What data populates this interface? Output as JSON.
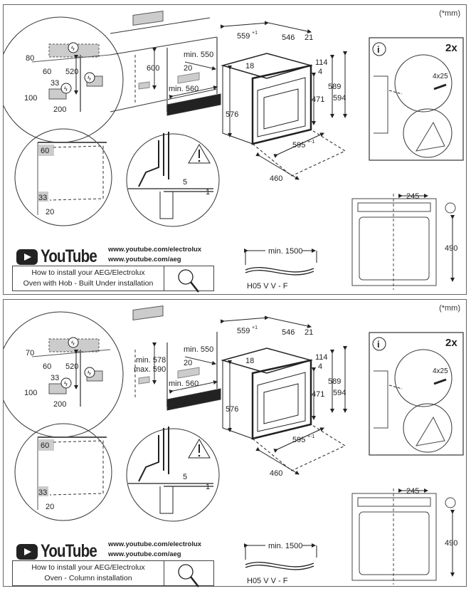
{
  "document": {
    "units_note": "(*mm)",
    "panels": [
      {
        "id": "built-under",
        "units_note": "(*mm)",
        "cabinet_dims": {
          "hob_clear": "80",
          "gap_60": "60",
          "h520": "520",
          "d33": "33",
          "h100": "100",
          "w200": "200",
          "h600": "600",
          "min550": "min. 550",
          "g20": "20",
          "min560": "min. 560"
        },
        "oven_dims": {
          "w559": "559",
          "w559_tol": "+1",
          "w546": "546",
          "w21": "21",
          "h18": "18",
          "h114": "114",
          "h4": "4",
          "h589": "589",
          "h594": "594",
          "h471": "471",
          "h576": "576",
          "w595": "595",
          "w595_tol": "+-1",
          "d460": "460"
        },
        "screw_box": {
          "info": "i",
          "qty": "2x",
          "screw": "4x25"
        },
        "side_view": {
          "d60": "60",
          "d33": "33",
          "d20": "20"
        },
        "warning_detail": {
          "g5": "5",
          "g1": "1"
        },
        "socket_view": {
          "w245": "245",
          "h490": "490"
        },
        "cable": {
          "length": "min. 1500",
          "type": "H05 V V - F"
        },
        "youtube": {
          "word": "YouTube",
          "link1": "www.youtube.com/electrolux",
          "link2": "www.youtube.com/aeg"
        },
        "howto": {
          "line1": "How to install your AEG/Electrolux",
          "line2": "Oven with Hob - Built Under installation"
        }
      },
      {
        "id": "column",
        "units_note": "(*mm)",
        "cabinet_dims": {
          "hob_clear": "70",
          "gap_60": "60",
          "h520": "520",
          "d33": "33",
          "h100": "100",
          "w200": "200",
          "niche_min": "min. 578",
          "niche_max": "max. 590",
          "min550": "min. 550",
          "g20": "20",
          "min560": "min. 560"
        },
        "oven_dims": {
          "w559": "559",
          "w559_tol": "+1",
          "w546": "546",
          "w21": "21",
          "h18": "18",
          "h114": "114",
          "h4": "4",
          "h589": "589",
          "h594": "594",
          "h471": "471",
          "h576": "576",
          "w595": "595",
          "w595_tol": "+-1",
          "d460": "460"
        },
        "screw_box": {
          "info": "i",
          "qty": "2x",
          "screw": "4x25"
        },
        "side_view": {
          "d60": "60",
          "d33": "33",
          "d20": "20"
        },
        "warning_detail": {
          "g5": "5",
          "g1": "1"
        },
        "socket_view": {
          "w245": "245",
          "h490": "490"
        },
        "cable": {
          "length": "min. 1500",
          "type": "H05 V V - F"
        },
        "youtube": {
          "word": "YouTube",
          "link1": "www.youtube.com/electrolux",
          "link2": "www.youtube.com/aeg"
        },
        "howto": {
          "line1": "How to install your AEG/Electrolux",
          "line2": "Oven - Column installation"
        }
      }
    ]
  }
}
